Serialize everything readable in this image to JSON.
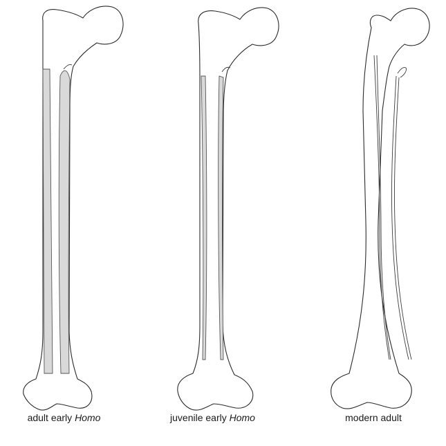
{
  "figure": {
    "bones": [
      {
        "id": "adult-early-homo",
        "caption_plain": "adult early ",
        "caption_italic": "Homo"
      },
      {
        "id": "juvenile-early-homo",
        "caption_plain": "juvenile early ",
        "caption_italic": "Homo"
      },
      {
        "id": "modern-adult",
        "caption_plain": "modern adult",
        "caption_italic": ""
      }
    ],
    "colors": {
      "outline": "#2a2a2a",
      "cortical_bone_fill": "#d9d9d9",
      "background": "#ffffff"
    }
  }
}
